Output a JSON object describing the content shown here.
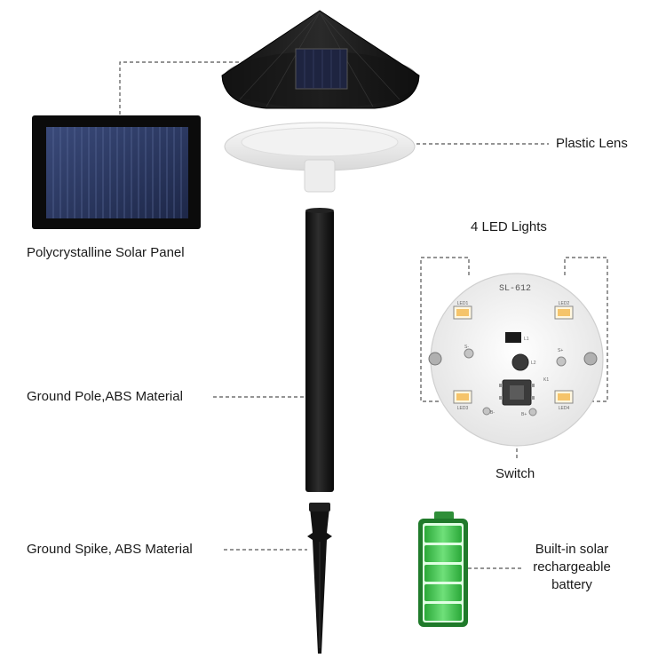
{
  "labels": {
    "solar_panel": "Polycrystalline Solar Panel",
    "plastic_lens": "Plastic Lens",
    "led_lights": "4 LED Lights",
    "ground_pole": "Ground Pole,ABS Material",
    "switch": "Switch",
    "ground_spike": "Ground Spike, ABS Material",
    "battery": "Built-in solar rechargeable battery"
  },
  "pcb": {
    "model": "SL-612",
    "led_labels": [
      "LED1",
      "LED2",
      "LED3",
      "LED4"
    ],
    "marks": [
      "S-",
      "S+",
      "B-",
      "B+",
      "L1",
      "L2",
      "K1"
    ]
  },
  "colors": {
    "pole": "#161616",
    "battery_green": "#3cc94a",
    "leader": "#555555",
    "pcb": "#f4f4f4"
  }
}
